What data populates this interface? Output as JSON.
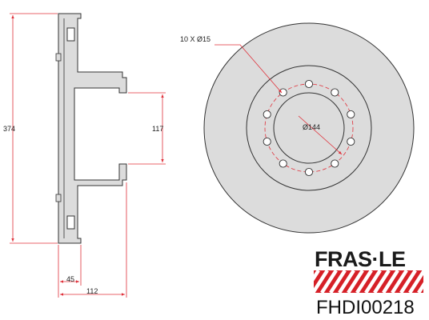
{
  "side_view": {
    "overall_diameter": "374",
    "hub_diameter": "117",
    "friction_width": "45",
    "total_height": "112"
  },
  "face_view": {
    "bolt_holes_note": "10 X Ø15",
    "bolt_circle": "Ø144"
  },
  "brand": {
    "name": "FRAS·LE",
    "part_number": "FHDI00218",
    "stripe_colors": [
      "#d62027",
      "#ffffff"
    ]
  },
  "colors": {
    "disc_fill": "#dcdcdc",
    "outline": "#333333",
    "dimension_line": "#e0303a"
  }
}
